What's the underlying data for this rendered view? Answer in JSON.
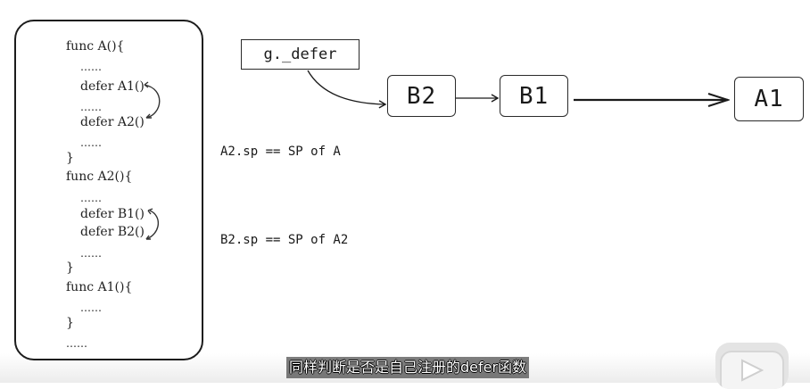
{
  "code": {
    "lines": [
      "func A(){",
      "……",
      "defer A1()",
      "……",
      "defer A2()",
      "……",
      "}",
      "func A2(){",
      "……",
      "defer B1()",
      "defer B2()",
      "……",
      "}",
      "func A1(){",
      "……",
      "}",
      "……"
    ]
  },
  "diagram": {
    "head_label": "g._defer",
    "nodes": [
      "B2",
      "B1",
      "A1"
    ],
    "notes": [
      "A2.sp == SP of A",
      "B2.sp == SP of A2"
    ]
  },
  "subtitle": "同样判断是否是自己注册的defer函数",
  "colors": {
    "ink": "#1a1a1a",
    "background": "#ffffff",
    "subtitle_bg": "#333333"
  },
  "icons": {
    "player_logo": "play-logo-icon"
  }
}
